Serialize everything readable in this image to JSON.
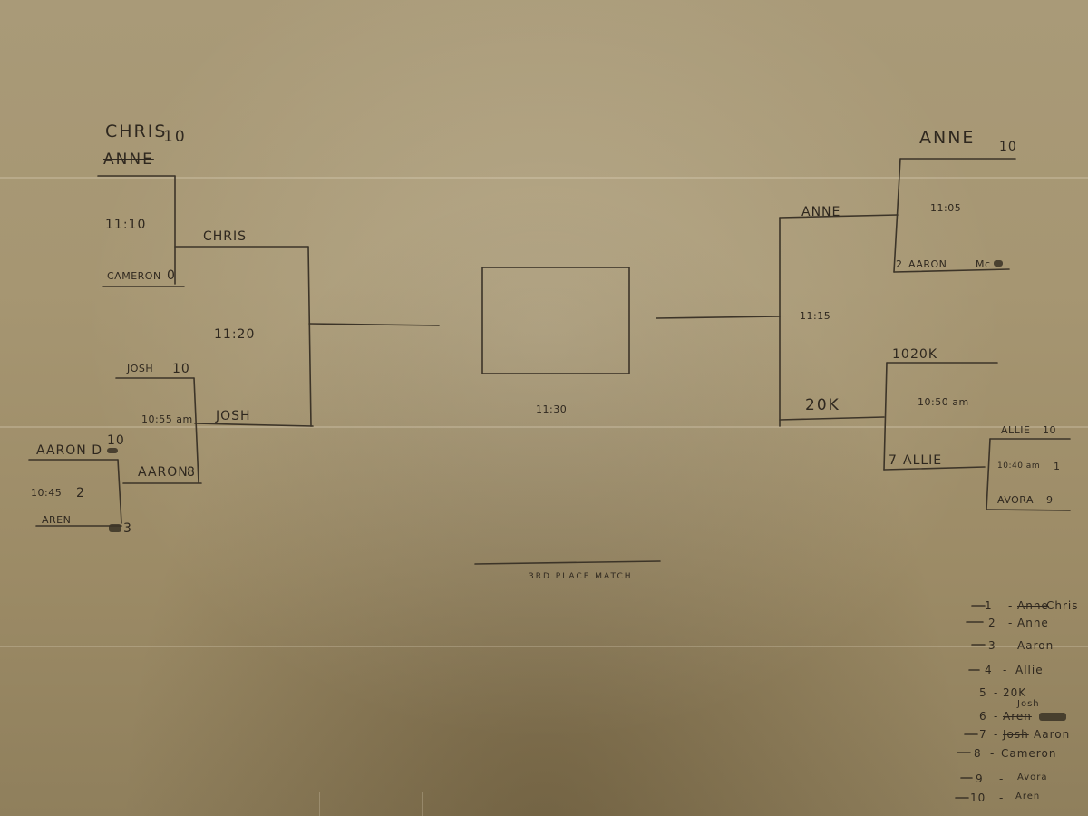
{
  "bracket": {
    "left": {
      "m1": {
        "top": "CHRIS",
        "top_score": "10",
        "top_struck": "ANNE",
        "time": "11:10",
        "bottom": "CAMERON",
        "bottom_score": "0"
      },
      "m2": {
        "top": "JOSH",
        "top_score": "10",
        "time": "10:55 am",
        "bottom": "AARON",
        "bottom_score": "8"
      },
      "m3": {
        "top": "AARON D",
        "top_score": "10",
        "time": "10:45",
        "seed": "2",
        "bottom": "AREN",
        "bottom_score": "3"
      },
      "semi": {
        "top": "CHRIS",
        "time": "11:20",
        "bottom": "JOSH"
      }
    },
    "right": {
      "m1": {
        "top": "ANNE",
        "top_score": "10",
        "time": "11:05",
        "bottom_seed": "2",
        "bottom": "AARON",
        "bottom_extra": "Mc"
      },
      "m2": {
        "top_score": "10",
        "top": "20K",
        "time": "10:50 am",
        "bottom_seed": "7",
        "bottom": "ALLIE"
      },
      "m3": {
        "top": "ALLIE",
        "top_score": "10",
        "time": "10:40 am",
        "mid_score": "1",
        "bottom": "AVORA",
        "bottom_score": "9"
      },
      "semi": {
        "top": "ANNE",
        "time": "11:15",
        "bottom": "20K"
      }
    },
    "final": {
      "time": "11:30"
    },
    "third_place": {
      "label": "3RD PLACE MATCH"
    }
  },
  "key": [
    {
      "num": "1",
      "dash": "-",
      "struck": "Anne",
      "name": "Chris"
    },
    {
      "num": "2",
      "dash": "-",
      "struck": "",
      "name": "Anne"
    },
    {
      "num": "3",
      "dash": "-",
      "struck": "",
      "name": "Aaron"
    },
    {
      "num": "4",
      "dash": "-",
      "struck": "",
      "name": "Allie"
    },
    {
      "num": "5",
      "dash": "-",
      "struck": "",
      "name": "20K"
    },
    {
      "num": "6",
      "dash": "-",
      "struck": "Aren",
      "name": "Josh"
    },
    {
      "num": "7",
      "dash": "-",
      "struck": "Josh",
      "name": "Aaron"
    },
    {
      "num": "8",
      "dash": "-",
      "struck": "",
      "name": "Cameron"
    },
    {
      "num": "9",
      "dash": "-",
      "struck": "",
      "name": "Avora"
    },
    {
      "num": "10",
      "dash": "-",
      "struck": "",
      "name": "Aren"
    }
  ],
  "colors": {
    "board": "#a69672",
    "ink": "#3c3428"
  }
}
